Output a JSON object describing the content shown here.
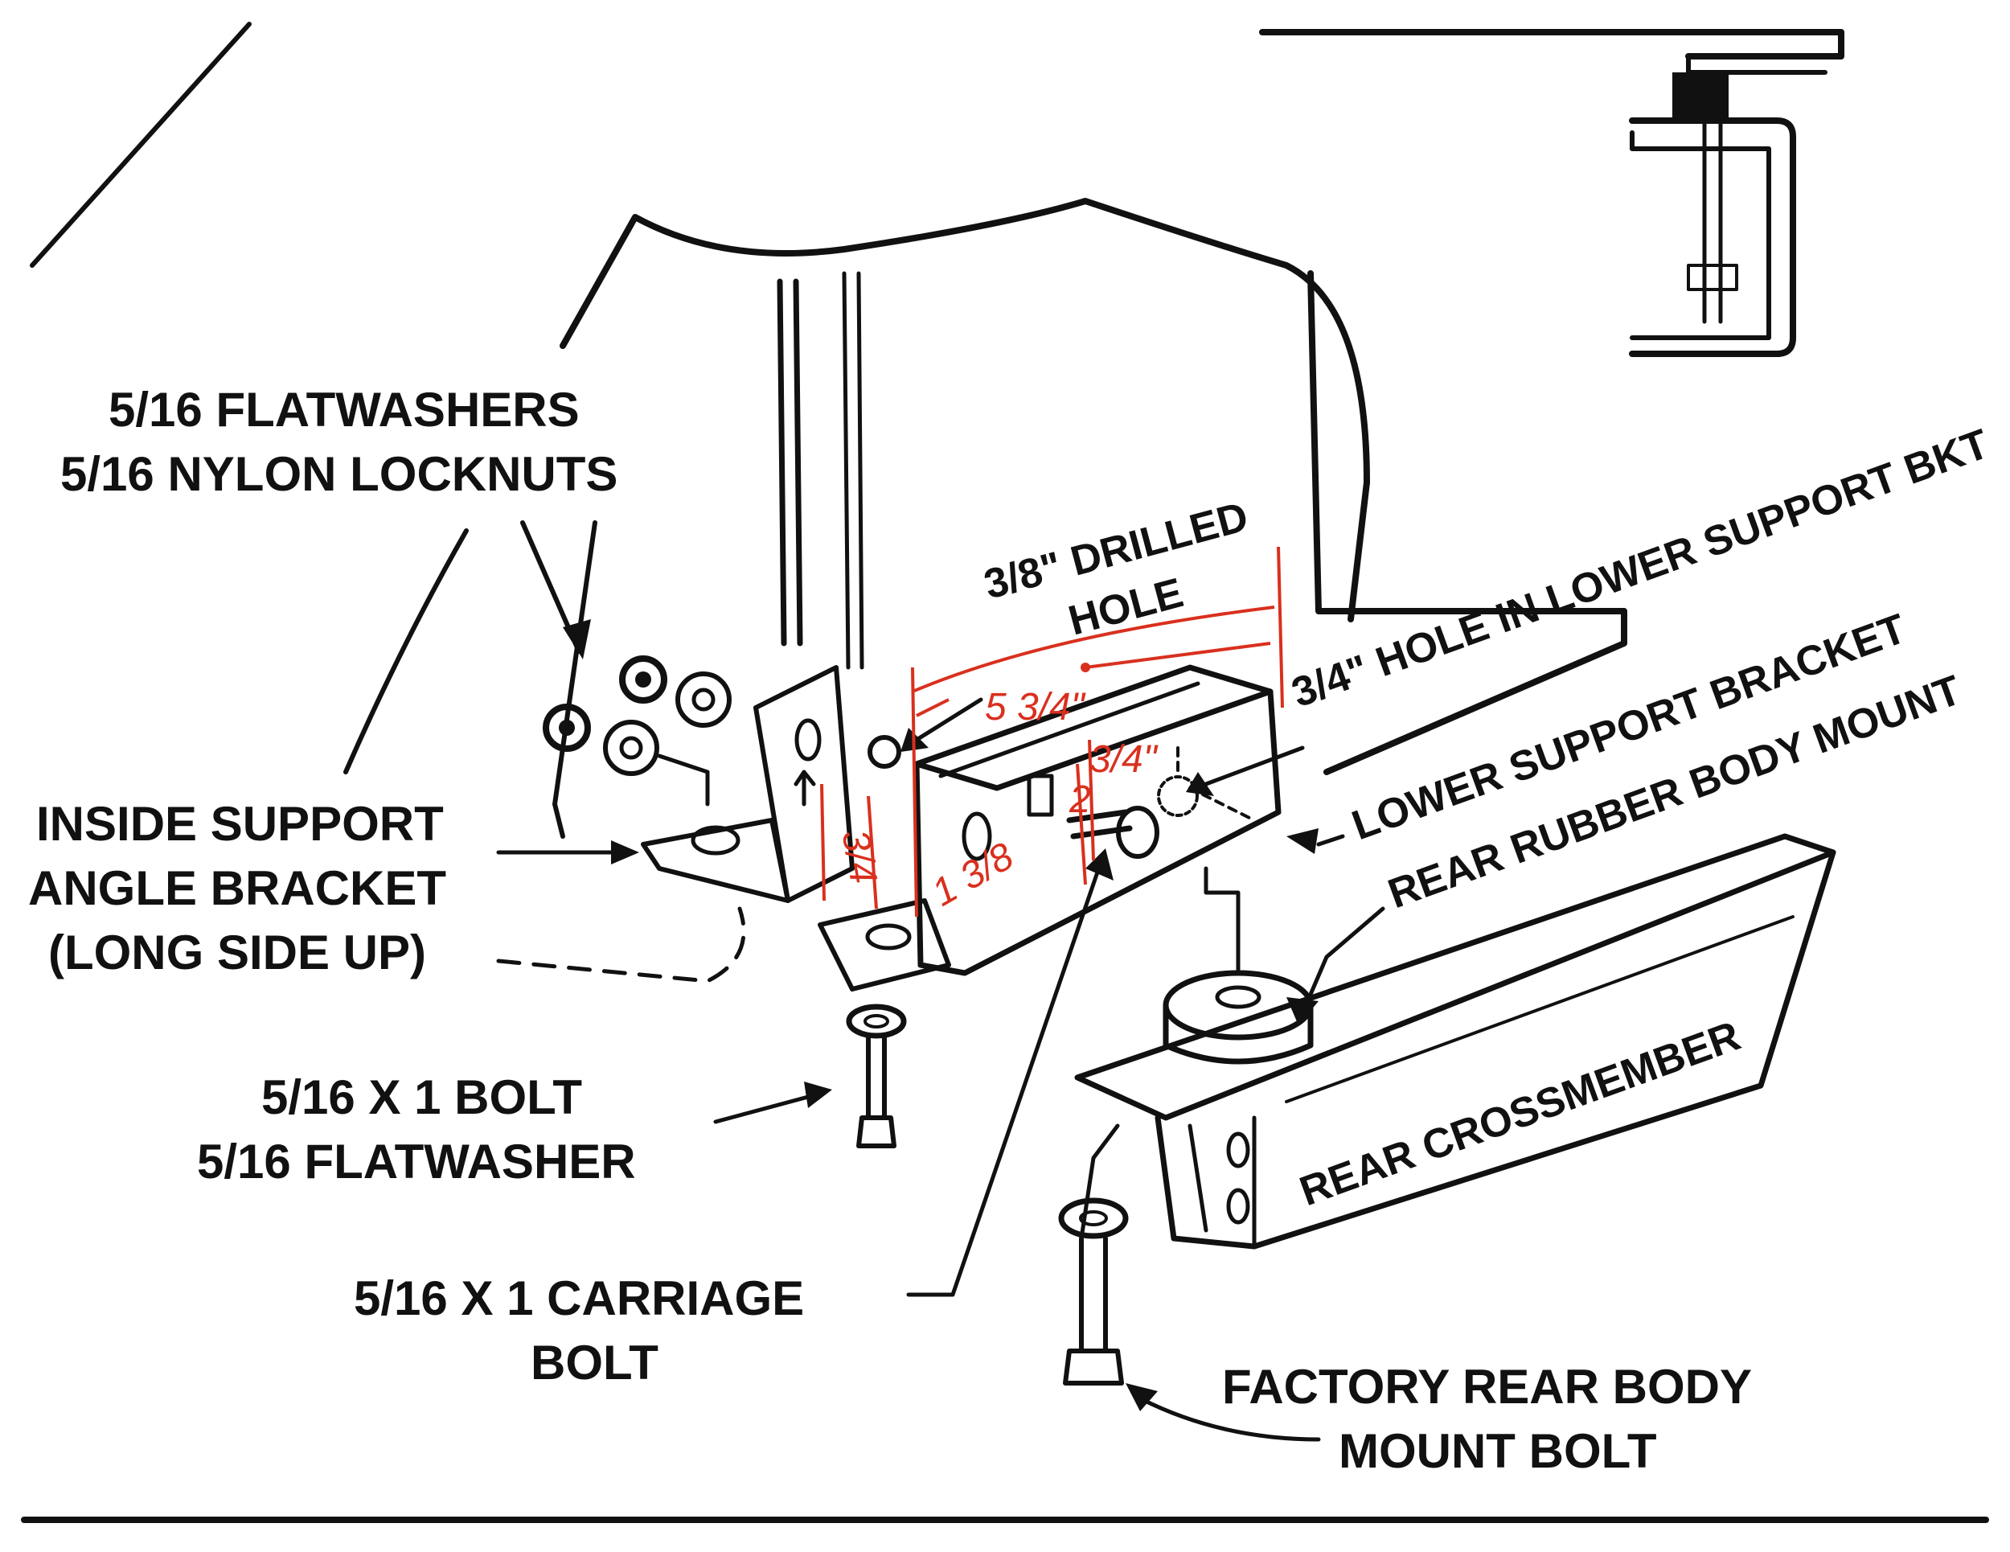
{
  "labels": {
    "flatwashers": "5/16 FLATWASHERS",
    "locknuts": "5/16 NYLON LOCKNUTS",
    "drilled_hole_1": "3/8\" DRILLED",
    "drilled_hole_2": "HOLE",
    "hole_lower_support": "3/4\" HOLE IN LOWER SUPPORT BKT",
    "lower_support_bracket": "LOWER SUPPORT BRACKET",
    "rear_rubber_body_mount": "REAR RUBBER BODY MOUNT",
    "inside_support_1": "INSIDE SUPPORT",
    "inside_support_2": "ANGLE BRACKET",
    "inside_support_3": "(LONG SIDE UP)",
    "bolt_1": "5/16 X 1 BOLT",
    "bolt_2": "5/16 FLATWASHER",
    "carriage_1": "5/16 X 1 CARRIAGE",
    "carriage_2": "BOLT",
    "rear_crossmember": "REAR CROSSMEMBER",
    "factory_1": "FACTORY REAR BODY",
    "factory_2": "MOUNT BOLT"
  },
  "handwritten_dimensions": {
    "top": "5 3/4\"",
    "left": "3/4",
    "bottom": "1 3/8",
    "right_1": "3/4\"",
    "right_2": "2"
  },
  "colors": {
    "ink": "#111111",
    "annotation": "#d9301e"
  }
}
